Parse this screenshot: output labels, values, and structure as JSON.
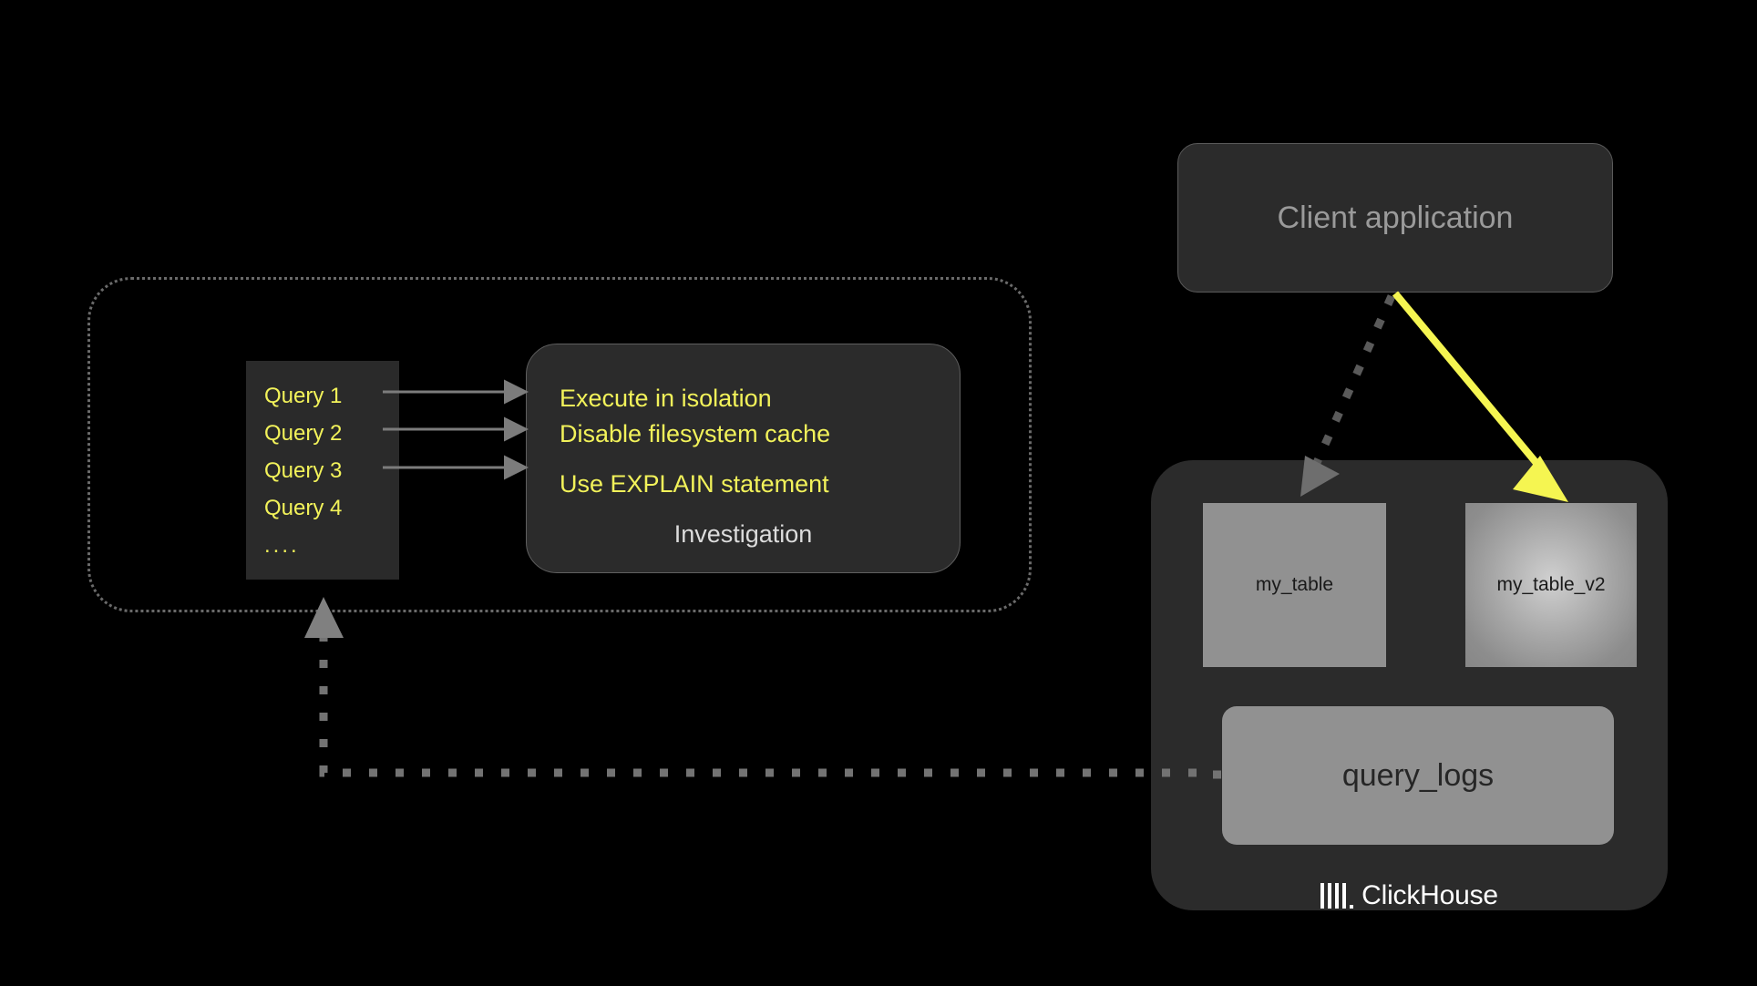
{
  "diagram": {
    "title": "ClickHouse query investigation flow",
    "background_color": "#000000",
    "accent_yellow": "#f2f25a",
    "panel_gray": "#2b2b2b",
    "table_gray": "#919191"
  },
  "investigation_group": {
    "queries_box": {
      "items": [
        {
          "label": "Query 1"
        },
        {
          "label": "Query 2"
        },
        {
          "label": "Query 3"
        },
        {
          "label": "Query 4"
        },
        {
          "label": "...."
        }
      ]
    },
    "investigation_panel": {
      "lines": [
        {
          "text": "Execute in isolation"
        },
        {
          "text": "Disable filesystem cache"
        },
        {
          "text": "Use EXPLAIN statement"
        }
      ],
      "title": "Investigation"
    }
  },
  "client": {
    "label": "Client application"
  },
  "clickhouse": {
    "logo_text": "ClickHouse",
    "tables": [
      {
        "name": "my_table",
        "style": "flat"
      },
      {
        "name": "my_table_v2",
        "style": "highlighted"
      }
    ],
    "logs_table": {
      "name": "query_logs"
    }
  },
  "connectors": [
    {
      "name": "query1-to-investigation",
      "style": "solid-gray-arrow"
    },
    {
      "name": "query2-to-investigation",
      "style": "solid-gray-arrow"
    },
    {
      "name": "query3-to-investigation",
      "style": "solid-gray-arrow"
    },
    {
      "name": "client-to-my-table",
      "style": "dotted-gray-arrow"
    },
    {
      "name": "client-to-my-table-v2",
      "style": "solid-yellow-arrow"
    },
    {
      "name": "query-logs-to-queries",
      "style": "dotted-gray-arrow"
    }
  ]
}
